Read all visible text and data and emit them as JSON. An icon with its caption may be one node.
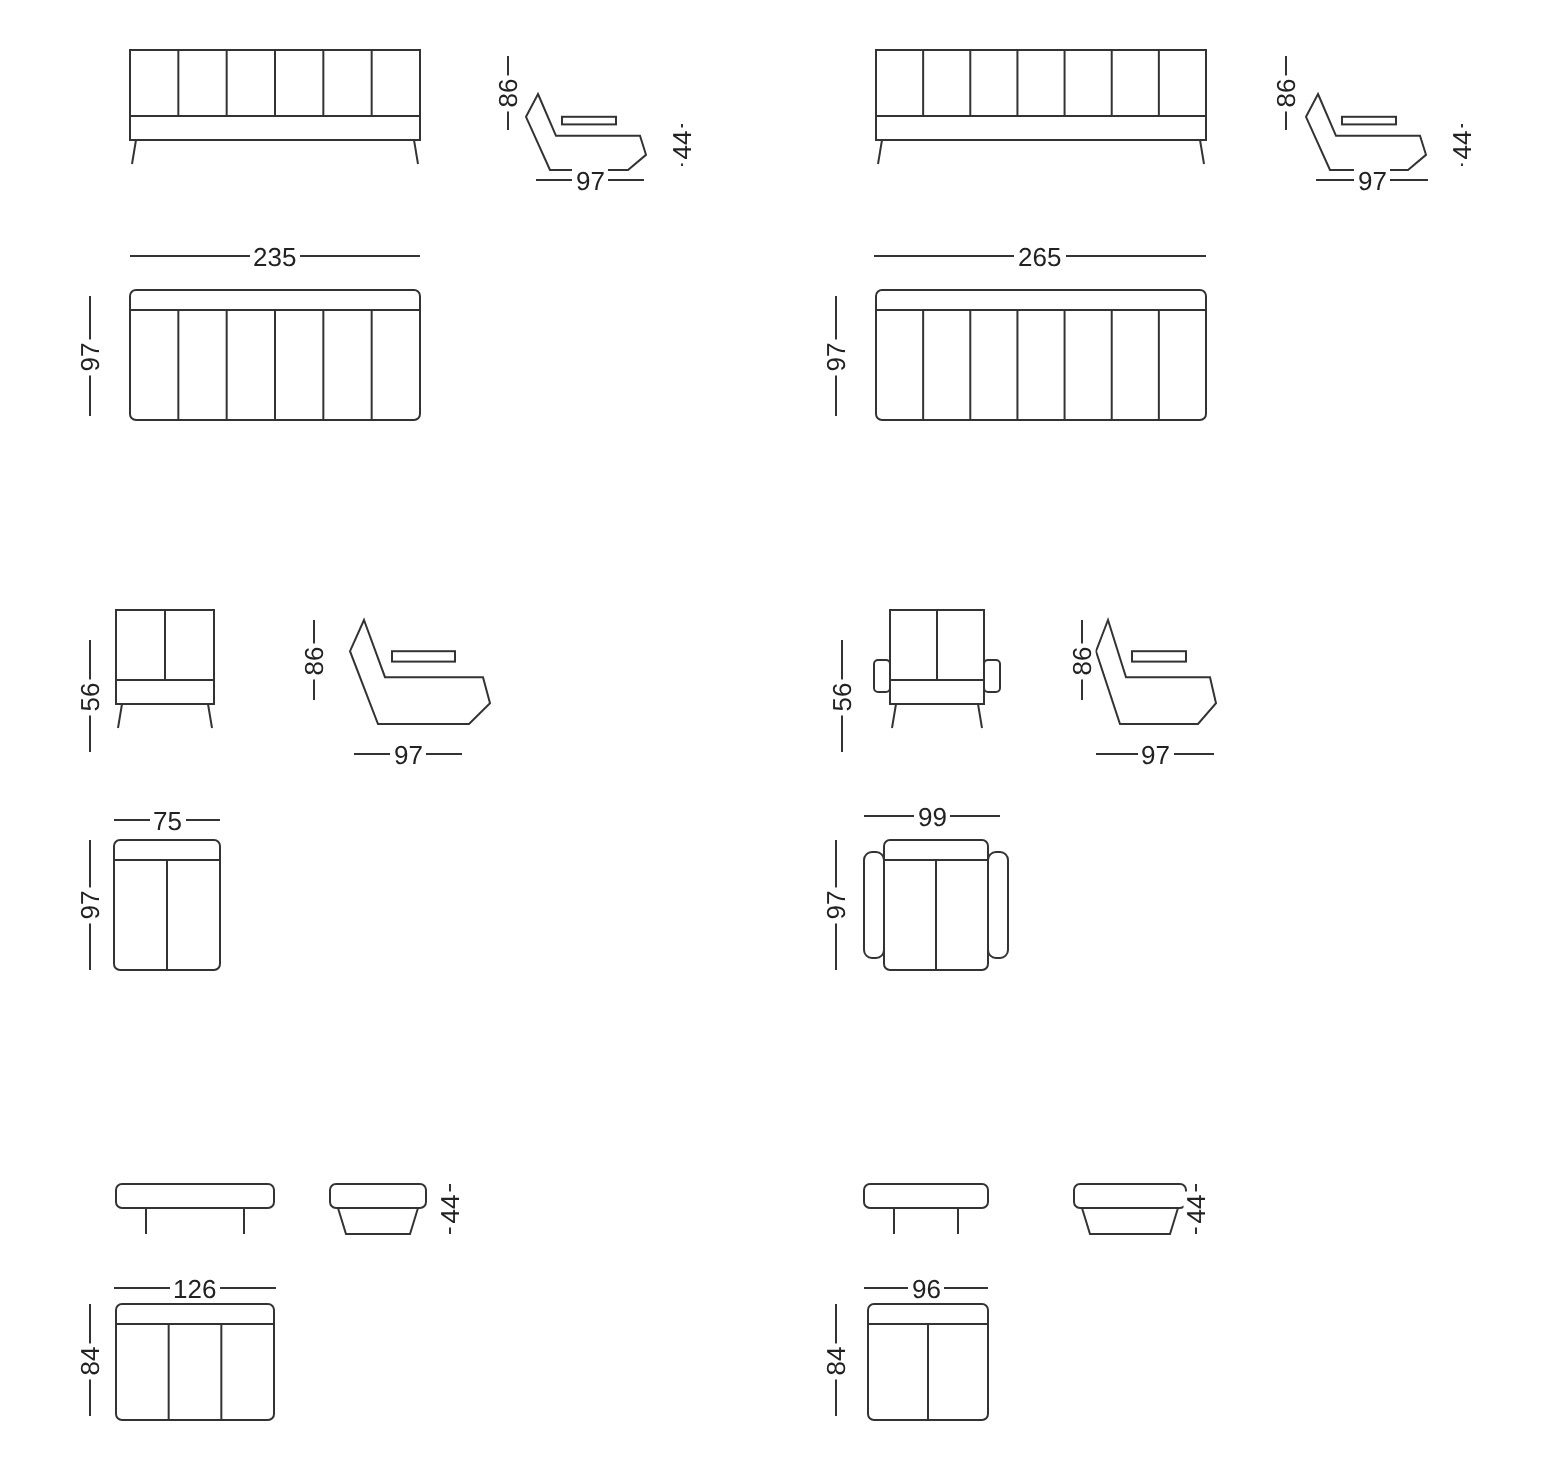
{
  "diagram": {
    "labels": [
      "86",
      "44",
      "97",
      "235",
      "97",
      "86",
      "44",
      "97",
      "265",
      "97",
      "56",
      "86",
      "97",
      "75",
      "97",
      "56",
      "86",
      "97",
      "99",
      "97",
      "44",
      "126",
      "84",
      "44",
      "96",
      "84"
    ]
  }
}
